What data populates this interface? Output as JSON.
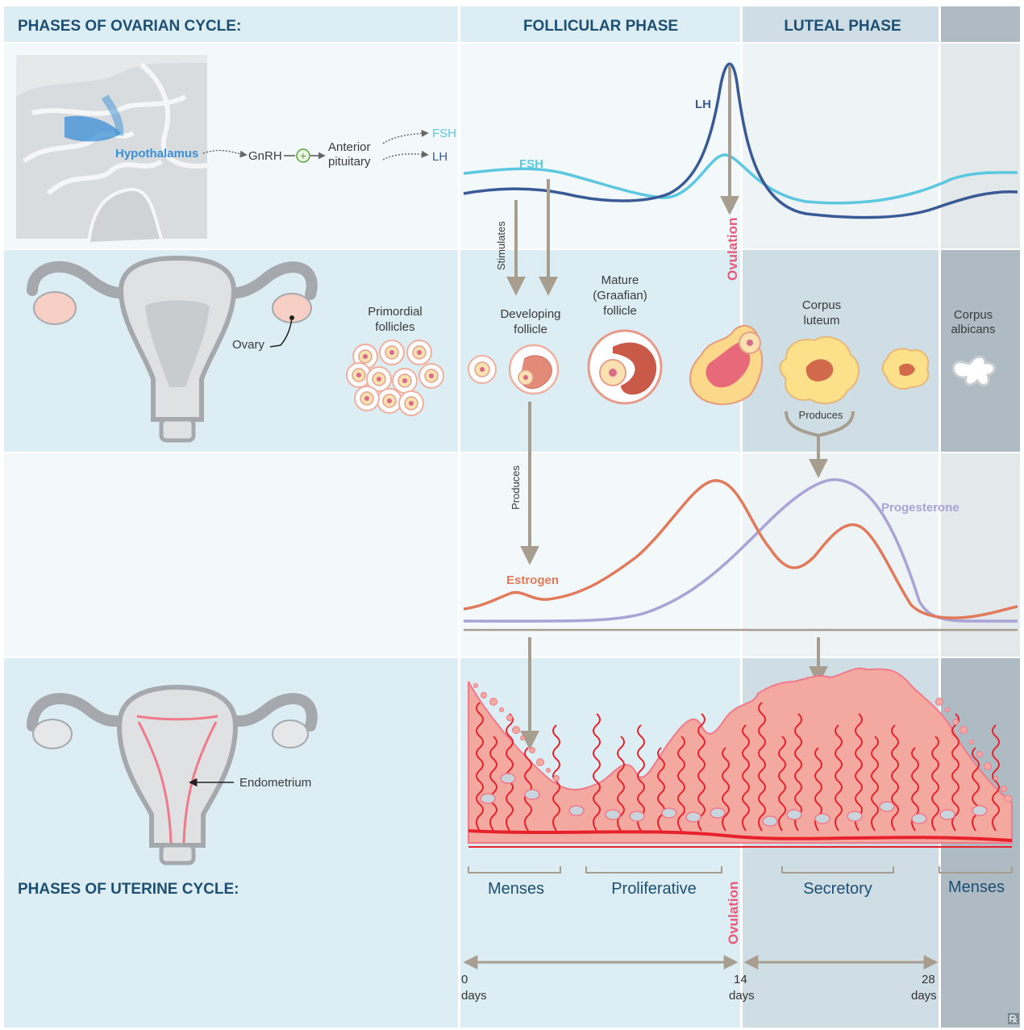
{
  "headers": {
    "ovarian": "PHASES OF OVARIAN CYCLE:",
    "follicular": "FOLLICULAR PHASE",
    "luteal": "LUTEAL PHASE",
    "uterine": "PHASES OF UTERINE CYCLE:"
  },
  "hormone_axis": {
    "hypothalamus": "Hypothalamus",
    "gnrh": "GnRH",
    "plus": "+",
    "anterior_line1": "Anterior",
    "anterior_line2": "pituitary",
    "fsh": "FSH",
    "lh": "LH"
  },
  "pituitary_curves": {
    "fsh_label": "FSH",
    "lh_label": "LH",
    "ovulation": "Ovulation",
    "stimulates": "Stimulates"
  },
  "ovary_row": {
    "ovary": "Ovary",
    "primordial_line1": "Primordial",
    "primordial_line2": "follicles",
    "developing_line1": "Developing",
    "developing_line2": "follicle",
    "mature_line1": "Mature",
    "mature_line2": "(Graafian)",
    "mature_line3": "follicle",
    "corpus_luteum_line1": "Corpus",
    "corpus_luteum_line2": "luteum",
    "corpus_albicans_line1": "Corpus",
    "corpus_albicans_line2": "albicans",
    "produces_cl": "Produces"
  },
  "steroid_curves": {
    "produces": "Produces",
    "estrogen": "Estrogen",
    "progesterone": "Progesterone"
  },
  "uterus_row": {
    "endometrium": "Endometrium",
    "ovulation": "Ovulation",
    "menses_1": "Menses",
    "proliferative": "Proliferative",
    "secretory": "Secretory",
    "menses_2": "Menses"
  },
  "timeline": {
    "day0_num": "0",
    "day0_unit": "days",
    "day14_num": "14",
    "day14_unit": "days",
    "day28_num": "28",
    "day28_unit": "days"
  },
  "colors": {
    "fsh": "#5bc8e0",
    "lh": "#3a5a95",
    "estrogen": "#e07a5a",
    "progesterone": "#a9a3d6",
    "ovulation": "#e85a7a",
    "arrow": "#a89e90",
    "heading": "#1d4f73",
    "band_light": "#dcedf3",
    "luteal_bg": "#cfdde4",
    "menses_bg": "#aebbc3",
    "endometrium": "#f4a9a0",
    "vessel": "#e8222b",
    "hypothalamus": "#3a8fd6"
  },
  "icons": {
    "brain": "brain-illustration",
    "uterus": "uterus-illustration",
    "plus": "plus-circle-icon"
  }
}
